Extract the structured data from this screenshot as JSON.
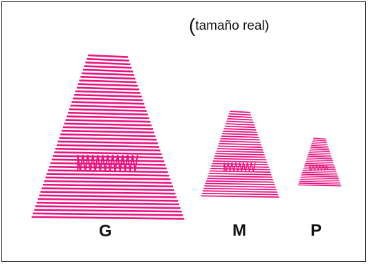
{
  "caption": {
    "open_paren": "(",
    "text": "tamaño real)"
  },
  "sizes": [
    {
      "id": "G",
      "label": "G"
    },
    {
      "id": "M",
      "label": "M"
    },
    {
      "id": "P",
      "label": "P"
    }
  ],
  "colors": {
    "stitch": "#e6157f",
    "text": "#111111",
    "border": "#222222",
    "background": "#ffffff"
  },
  "icons": {
    "stitched_letter": "satin-stitch-letter-A"
  }
}
